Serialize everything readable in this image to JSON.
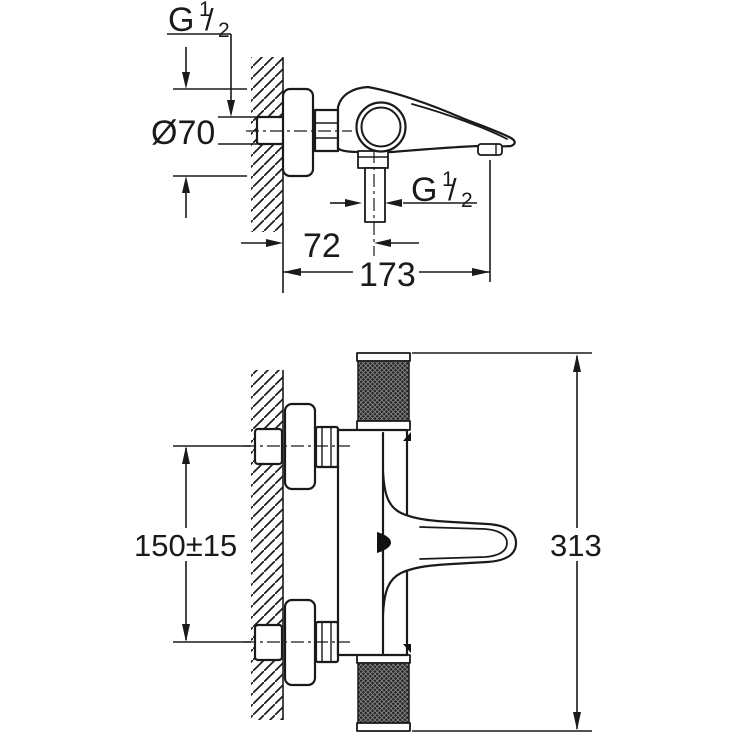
{
  "drawing": {
    "background": "#ffffff",
    "line_color": "#1a1a1a",
    "top_view": {
      "inlet_thread": {
        "base": "G",
        "sup": "1",
        "slash": "/",
        "sub": "2"
      },
      "escutcheon_diameter": "Ø70",
      "outlet_thread": {
        "base": "G",
        "sup": "1",
        "slash": "/",
        "sub": "2"
      },
      "wall_to_outlet_center": "72",
      "wall_to_spout_end": "173"
    },
    "front_view": {
      "connection_spacing": "150±15",
      "overall_height": "313"
    }
  }
}
